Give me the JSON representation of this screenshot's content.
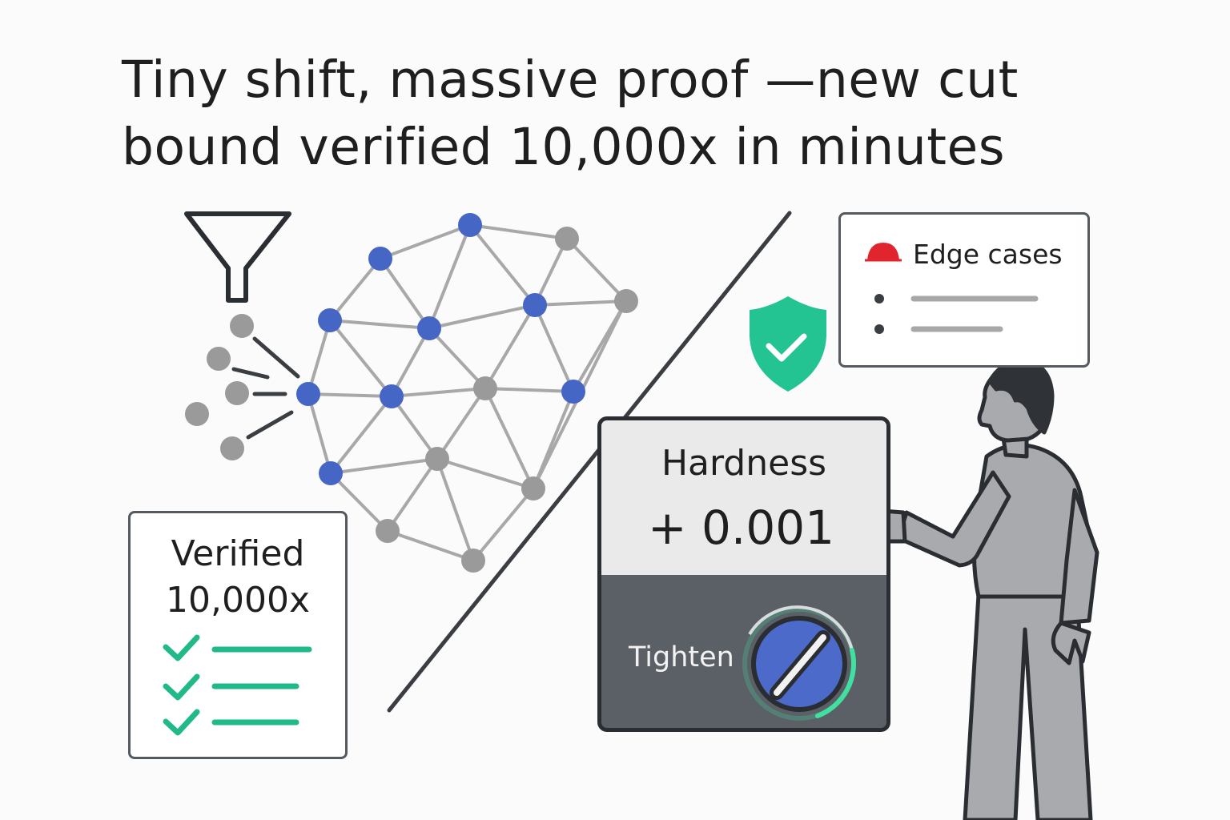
{
  "headline": {
    "line1": "Tiny shift, massive proof —new cut",
    "line2": "bound verified 10,000x in minutes"
  },
  "verified_card": {
    "title_line1": "Verified",
    "title_line2": "10,000x",
    "check_color": "#22b98a"
  },
  "edge_card": {
    "title": "Edge cases",
    "dot_color": "#e0252f"
  },
  "control_panel": {
    "label": "Hardness",
    "value": "+ 0.001",
    "knob_label": "Tighten",
    "knob_color": "#4b6ac9",
    "glow_color": "#3fe0a0"
  },
  "colors": {
    "node_blue": "#4666c6",
    "node_gray": "#9a9a9a",
    "edge_gray": "#a8a8a8",
    "shield_green": "#24c492",
    "person_fill": "#a9aaad",
    "outline": "#2a2d31"
  },
  "icons": [
    "funnel-icon",
    "shield-check-icon",
    "knob-icon",
    "checkmark-icon",
    "person-figure"
  ]
}
